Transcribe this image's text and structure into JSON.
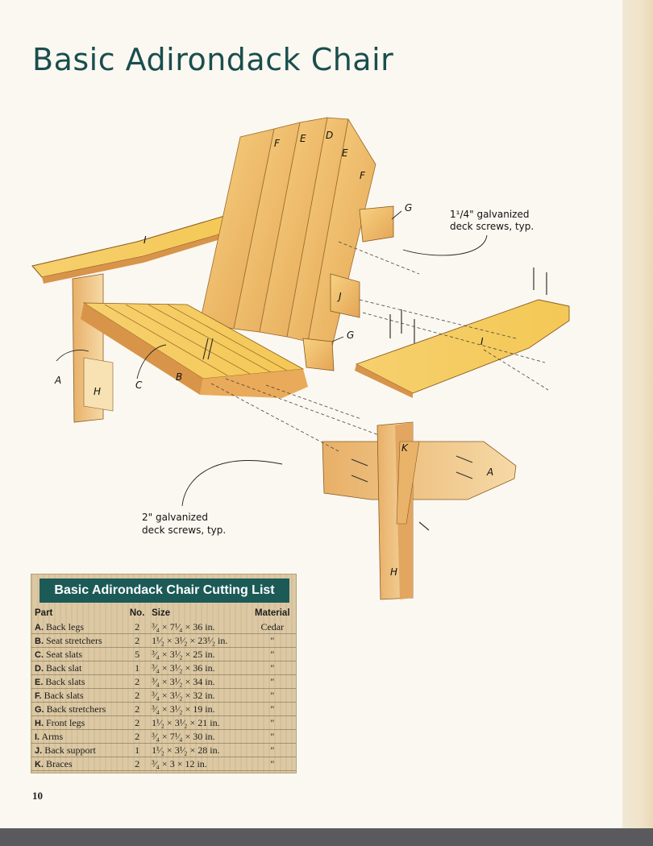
{
  "title": "Basic Adirondack Chair",
  "part_labels": [
    "A",
    "B",
    "C",
    "D",
    "E",
    "F",
    "G",
    "H",
    "I",
    "J",
    "K"
  ],
  "annotations": {
    "top_screws": "1¹/4\" galvanized deck screws, typ.",
    "bottom_screws": "2\" galvanized deck screws, typ."
  },
  "cutting_list": {
    "title": "Basic Adirondack Chair Cutting List",
    "headers": [
      "Part",
      "No.",
      "Size",
      "Material"
    ],
    "rows": [
      {
        "letter": "A.",
        "part": "Back legs",
        "no": "2",
        "size": "³⁄₄ × 7¹⁄₄ × 36 in.",
        "material": "Cedar"
      },
      {
        "letter": "B.",
        "part": "Seat stretchers",
        "no": "2",
        "size": "1¹⁄₂ × 3¹⁄₂ × 23¹⁄₂ in.",
        "material": "\""
      },
      {
        "letter": "C.",
        "part": "Seat slats",
        "no": "5",
        "size": "³⁄₄ × 3¹⁄₂ × 25 in.",
        "material": "\""
      },
      {
        "letter": "D.",
        "part": "Back slat",
        "no": "1",
        "size": "³⁄₄ × 3¹⁄₂ × 36 in.",
        "material": "\""
      },
      {
        "letter": "E.",
        "part": "Back slats",
        "no": "2",
        "size": "³⁄₄ × 3¹⁄₂ × 34 in.",
        "material": "\""
      },
      {
        "letter": "F.",
        "part": "Back slats",
        "no": "2",
        "size": "³⁄₄ × 3¹⁄₂ × 32 in.",
        "material": "\""
      },
      {
        "letter": "G.",
        "part": "Back stretchers",
        "no": "2",
        "size": "³⁄₄ × 3¹⁄₂ × 19 in.",
        "material": "\""
      },
      {
        "letter": "H.",
        "part": "Front legs",
        "no": "2",
        "size": "1¹⁄₂ × 3¹⁄₂ × 21 in.",
        "material": "\""
      },
      {
        "letter": "I.",
        "part": "Arms",
        "no": "2",
        "size": "³⁄₄ × 7¹⁄₄ × 30 in.",
        "material": "\""
      },
      {
        "letter": "J.",
        "part": "Back support",
        "no": "1",
        "size": "1¹⁄₂ × 3¹⁄₂ × 28 in.",
        "material": "\""
      },
      {
        "letter": "K.",
        "part": "Braces",
        "no": "2",
        "size": "³⁄₄ × 3 × 12 in.",
        "material": "\""
      }
    ]
  },
  "page_number": "10",
  "colors": {
    "title": "#1a4e4e",
    "table_header": "#1c5a57",
    "wood_light": "#f3c56a",
    "wood_dark": "#d8944a"
  }
}
